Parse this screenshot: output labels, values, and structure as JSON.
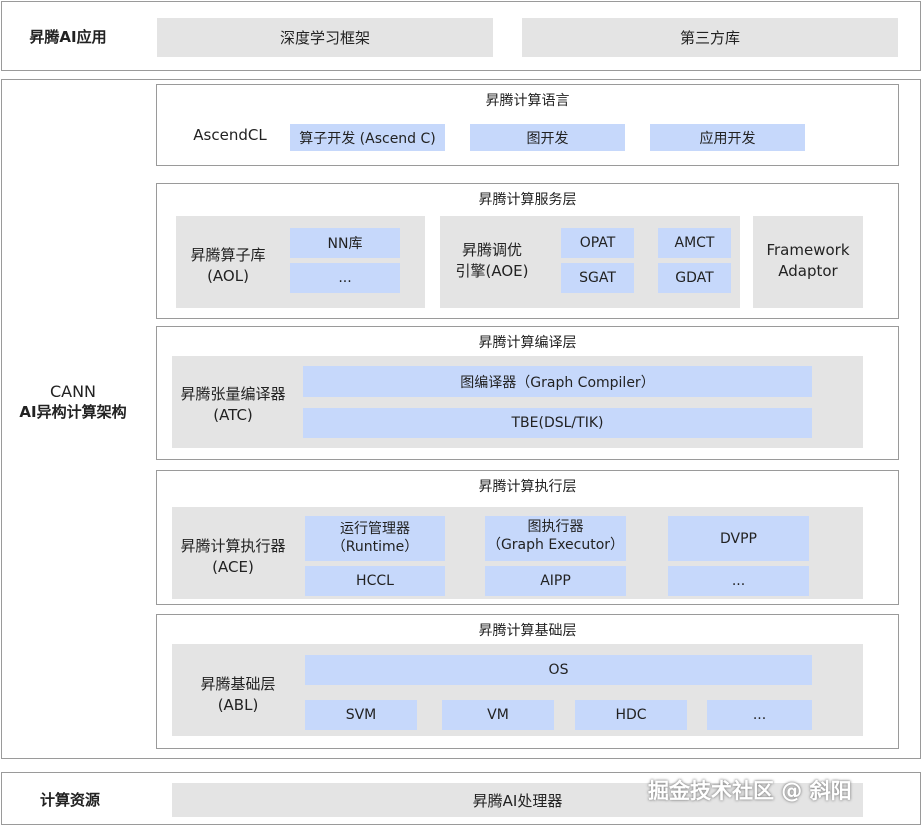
{
  "app_layer": {
    "label": "昇腾AI应用",
    "items": [
      "深度学习框架",
      "第三方库"
    ]
  },
  "cann": {
    "label_line1": "CANN",
    "label_line2": "AI异构计算架构"
  },
  "language": {
    "title": "昇腾计算语言",
    "acl": "AscendCL",
    "items": [
      "算子开发 (Ascend C)",
      "图开发",
      "应用开发"
    ]
  },
  "service": {
    "title": "昇腾计算服务层",
    "aol_line1": "昇腾算子库",
    "aol_line2": "(AOL)",
    "aol_items": [
      "NN库",
      "..."
    ],
    "aoe_line1": "昇腾调优",
    "aoe_line2": "引擎(AOE)",
    "aoe_items": [
      "OPAT",
      "AMCT",
      "SGAT",
      "GDAT"
    ],
    "framework_line1": "Framework",
    "framework_line2": "Adaptor"
  },
  "compile": {
    "title": "昇腾计算编译层",
    "atc_line1": "昇腾张量编译器",
    "atc_line2": "(ATC)",
    "items": [
      "图编译器（Graph Compiler）",
      "TBE(DSL/TIK)"
    ]
  },
  "execute": {
    "title": "昇腾计算执行层",
    "ace_line1": "昇腾计算执行器",
    "ace_line2": "(ACE)",
    "runtime_line1": "运行管理器",
    "runtime_line2": "（Runtime）",
    "graph_exec_line1": "图执行器",
    "graph_exec_line2": "（Graph Executor）",
    "dvpp": "DVPP",
    "hccl": "HCCL",
    "aipp": "AIPP",
    "more": "..."
  },
  "base": {
    "title": "昇腾计算基础层",
    "abl_line1": "昇腾基础层",
    "abl_line2": "(ABL)",
    "os": "OS",
    "items": [
      "SVM",
      "VM",
      "HDC",
      "..."
    ]
  },
  "resource": {
    "label": "计算资源",
    "processor": "昇腾AI处理器"
  },
  "watermark": "掘金技术社区 @ 斜阳"
}
